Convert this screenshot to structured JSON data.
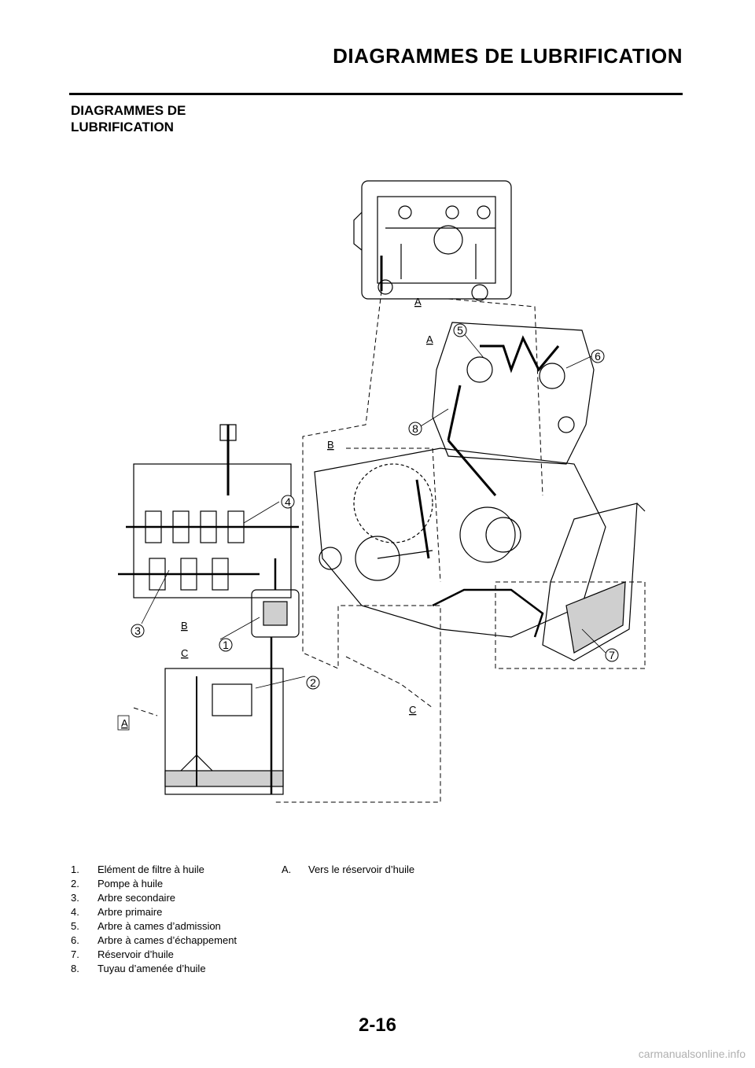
{
  "header": {
    "title": "DIAGRAMMES DE LUBRIFICATION"
  },
  "section": {
    "title_line1": "DIAGRAMMES DE",
    "title_line2": "LUBRIFICATION"
  },
  "diagram": {
    "callouts": [
      "1",
      "2",
      "3",
      "4",
      "5",
      "6",
      "7",
      "8"
    ],
    "letters": [
      "A",
      "A",
      "A",
      "B",
      "B",
      "C",
      "C"
    ]
  },
  "legend": {
    "numbered": [
      {
        "num": "1.",
        "text": "Elément de filtre à huile"
      },
      {
        "num": "2.",
        "text": "Pompe à huile"
      },
      {
        "num": "3.",
        "text": "Arbre secondaire"
      },
      {
        "num": "4.",
        "text": "Arbre primaire"
      },
      {
        "num": "5.",
        "text": "Arbre à cames d’admission"
      },
      {
        "num": "6.",
        "text": "Arbre à cames d’échappement"
      },
      {
        "num": "7.",
        "text": "Réservoir d’huile"
      },
      {
        "num": "8.",
        "text": "Tuyau d’amenée d’huile"
      }
    ],
    "lettered": [
      {
        "num": "A.",
        "text": "Vers le réservoir d’huile"
      }
    ]
  },
  "footer": {
    "page_number": "2-16",
    "watermark": "carmanualsonline.info"
  }
}
